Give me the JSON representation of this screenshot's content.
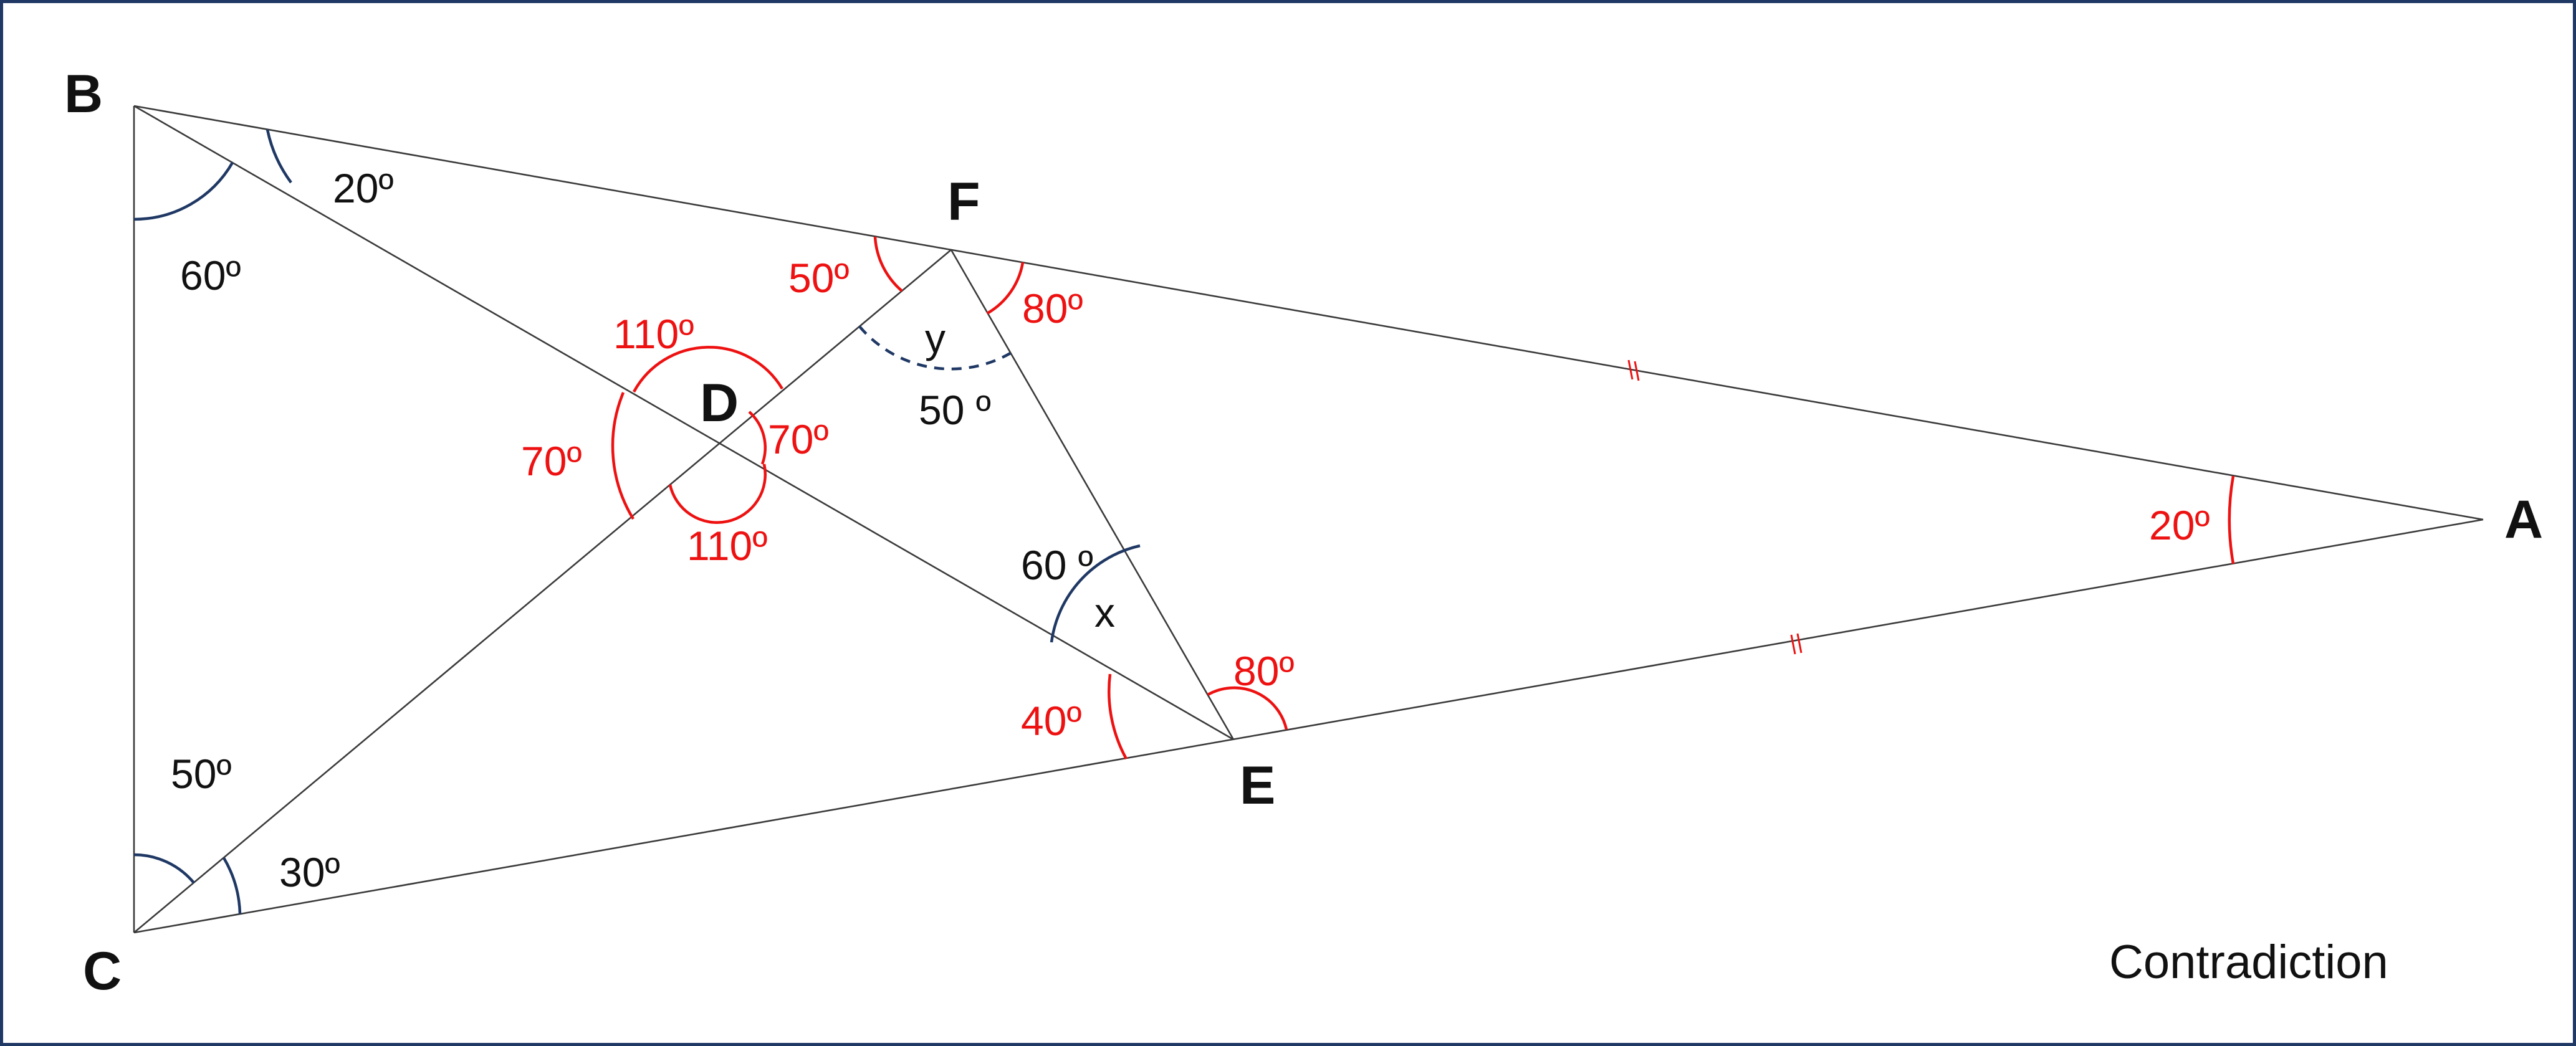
{
  "points": {
    "B": "B",
    "C": "C",
    "A": "A",
    "F": "F",
    "D": "D",
    "E": "E"
  },
  "angles": {
    "B_upper": "20º",
    "B_lower": "60º",
    "C_upper": "50º",
    "C_lower": "30º",
    "A": "20º",
    "F_left": "50º",
    "F_right": "80º",
    "F_inner_var": "y",
    "F_inner_val": "50 º",
    "D_top": "110º",
    "D_left": "70º",
    "D_right": "70º",
    "D_bottom": "110º",
    "E_inner_val": "60 º",
    "E_inner_var": "x",
    "E_left": "40º",
    "E_right": "80º"
  },
  "caption": "Contradiction",
  "colors": {
    "border": "#1f3864",
    "red": "#ee1111",
    "navy": "#1f3864",
    "text": "#111111"
  }
}
